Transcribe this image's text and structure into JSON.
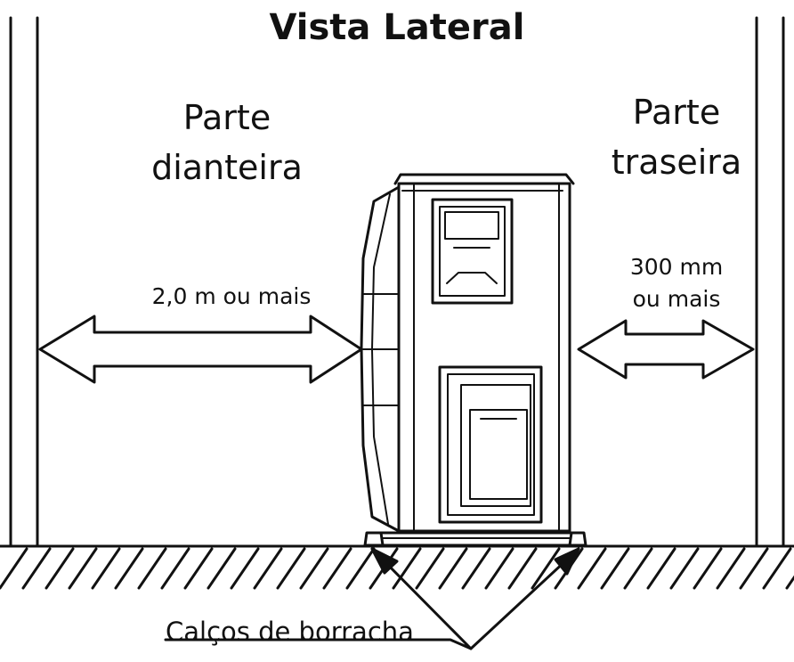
{
  "title": "Vista Lateral",
  "front": {
    "label_line1": "Parte",
    "label_line2": "dianteira",
    "distance": "2,0 m ou mais"
  },
  "rear": {
    "label_line1": "Parte",
    "label_line2": "traseira",
    "distance_line1": "300 mm",
    "distance_line2": "ou mais"
  },
  "feet_label": "Calços de borracha",
  "colors": {
    "line": "#111111",
    "background": "#ffffff"
  }
}
